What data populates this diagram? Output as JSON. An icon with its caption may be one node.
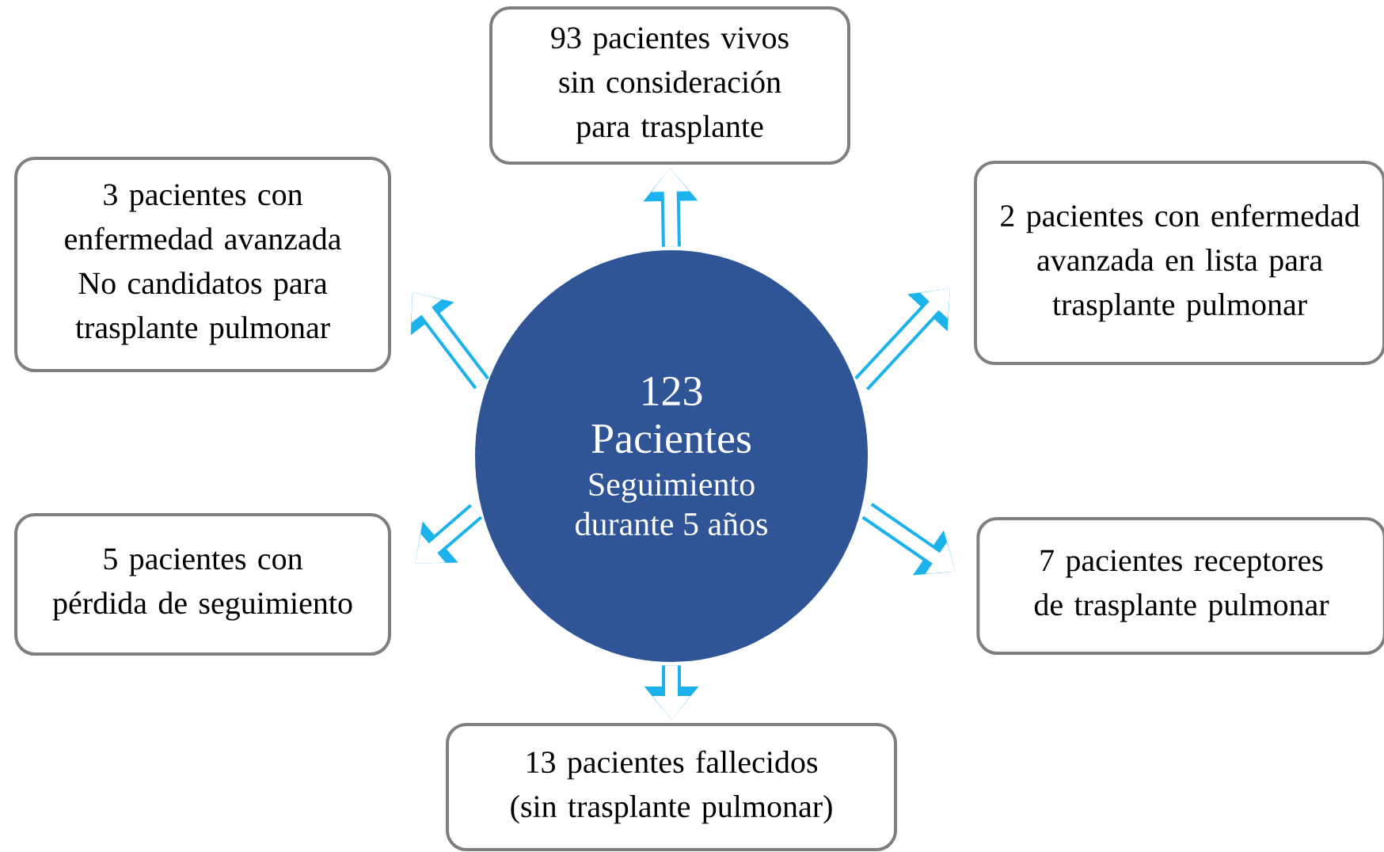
{
  "diagram": {
    "nodes": [
      {
        "text": [
          "123 Pacientes",
          "Seguimiento durante 5 años"
        ]
      },
      {
        "text": [
          "93 pacientes vivos sin consideración para trasplante"
        ]
      },
      {
        "text": [
          "3 pacientes con enfermedad avanzada No candidatos para trasplante pulmonar"
        ]
      },
      {
        "text": [
          "2 pacientes con enfermedad avanzada en lista para trasplante pulmonar"
        ]
      },
      {
        "text": [
          "5 pacientes con pérdida de seguimiento"
        ]
      },
      {
        "text": [
          "7 pacientes receptores de trasplante pulmonar"
        ]
      },
      {
        "text": [
          "13 pacientes fallecidos (sin trasplante pulmonar)"
        ]
      }
    ],
    "edges": [
      {
        "from": 0,
        "to": 1,
        "arrow": "to"
      },
      {
        "from": 0,
        "to": 2,
        "arrow": "to"
      },
      {
        "from": 0,
        "to": 3,
        "arrow": "to"
      },
      {
        "from": 0,
        "to": 4,
        "arrow": "to"
      },
      {
        "from": 0,
        "to": 5,
        "arrow": "to"
      },
      {
        "from": 0,
        "to": 6,
        "arrow": "to"
      }
    ]
  }
}
